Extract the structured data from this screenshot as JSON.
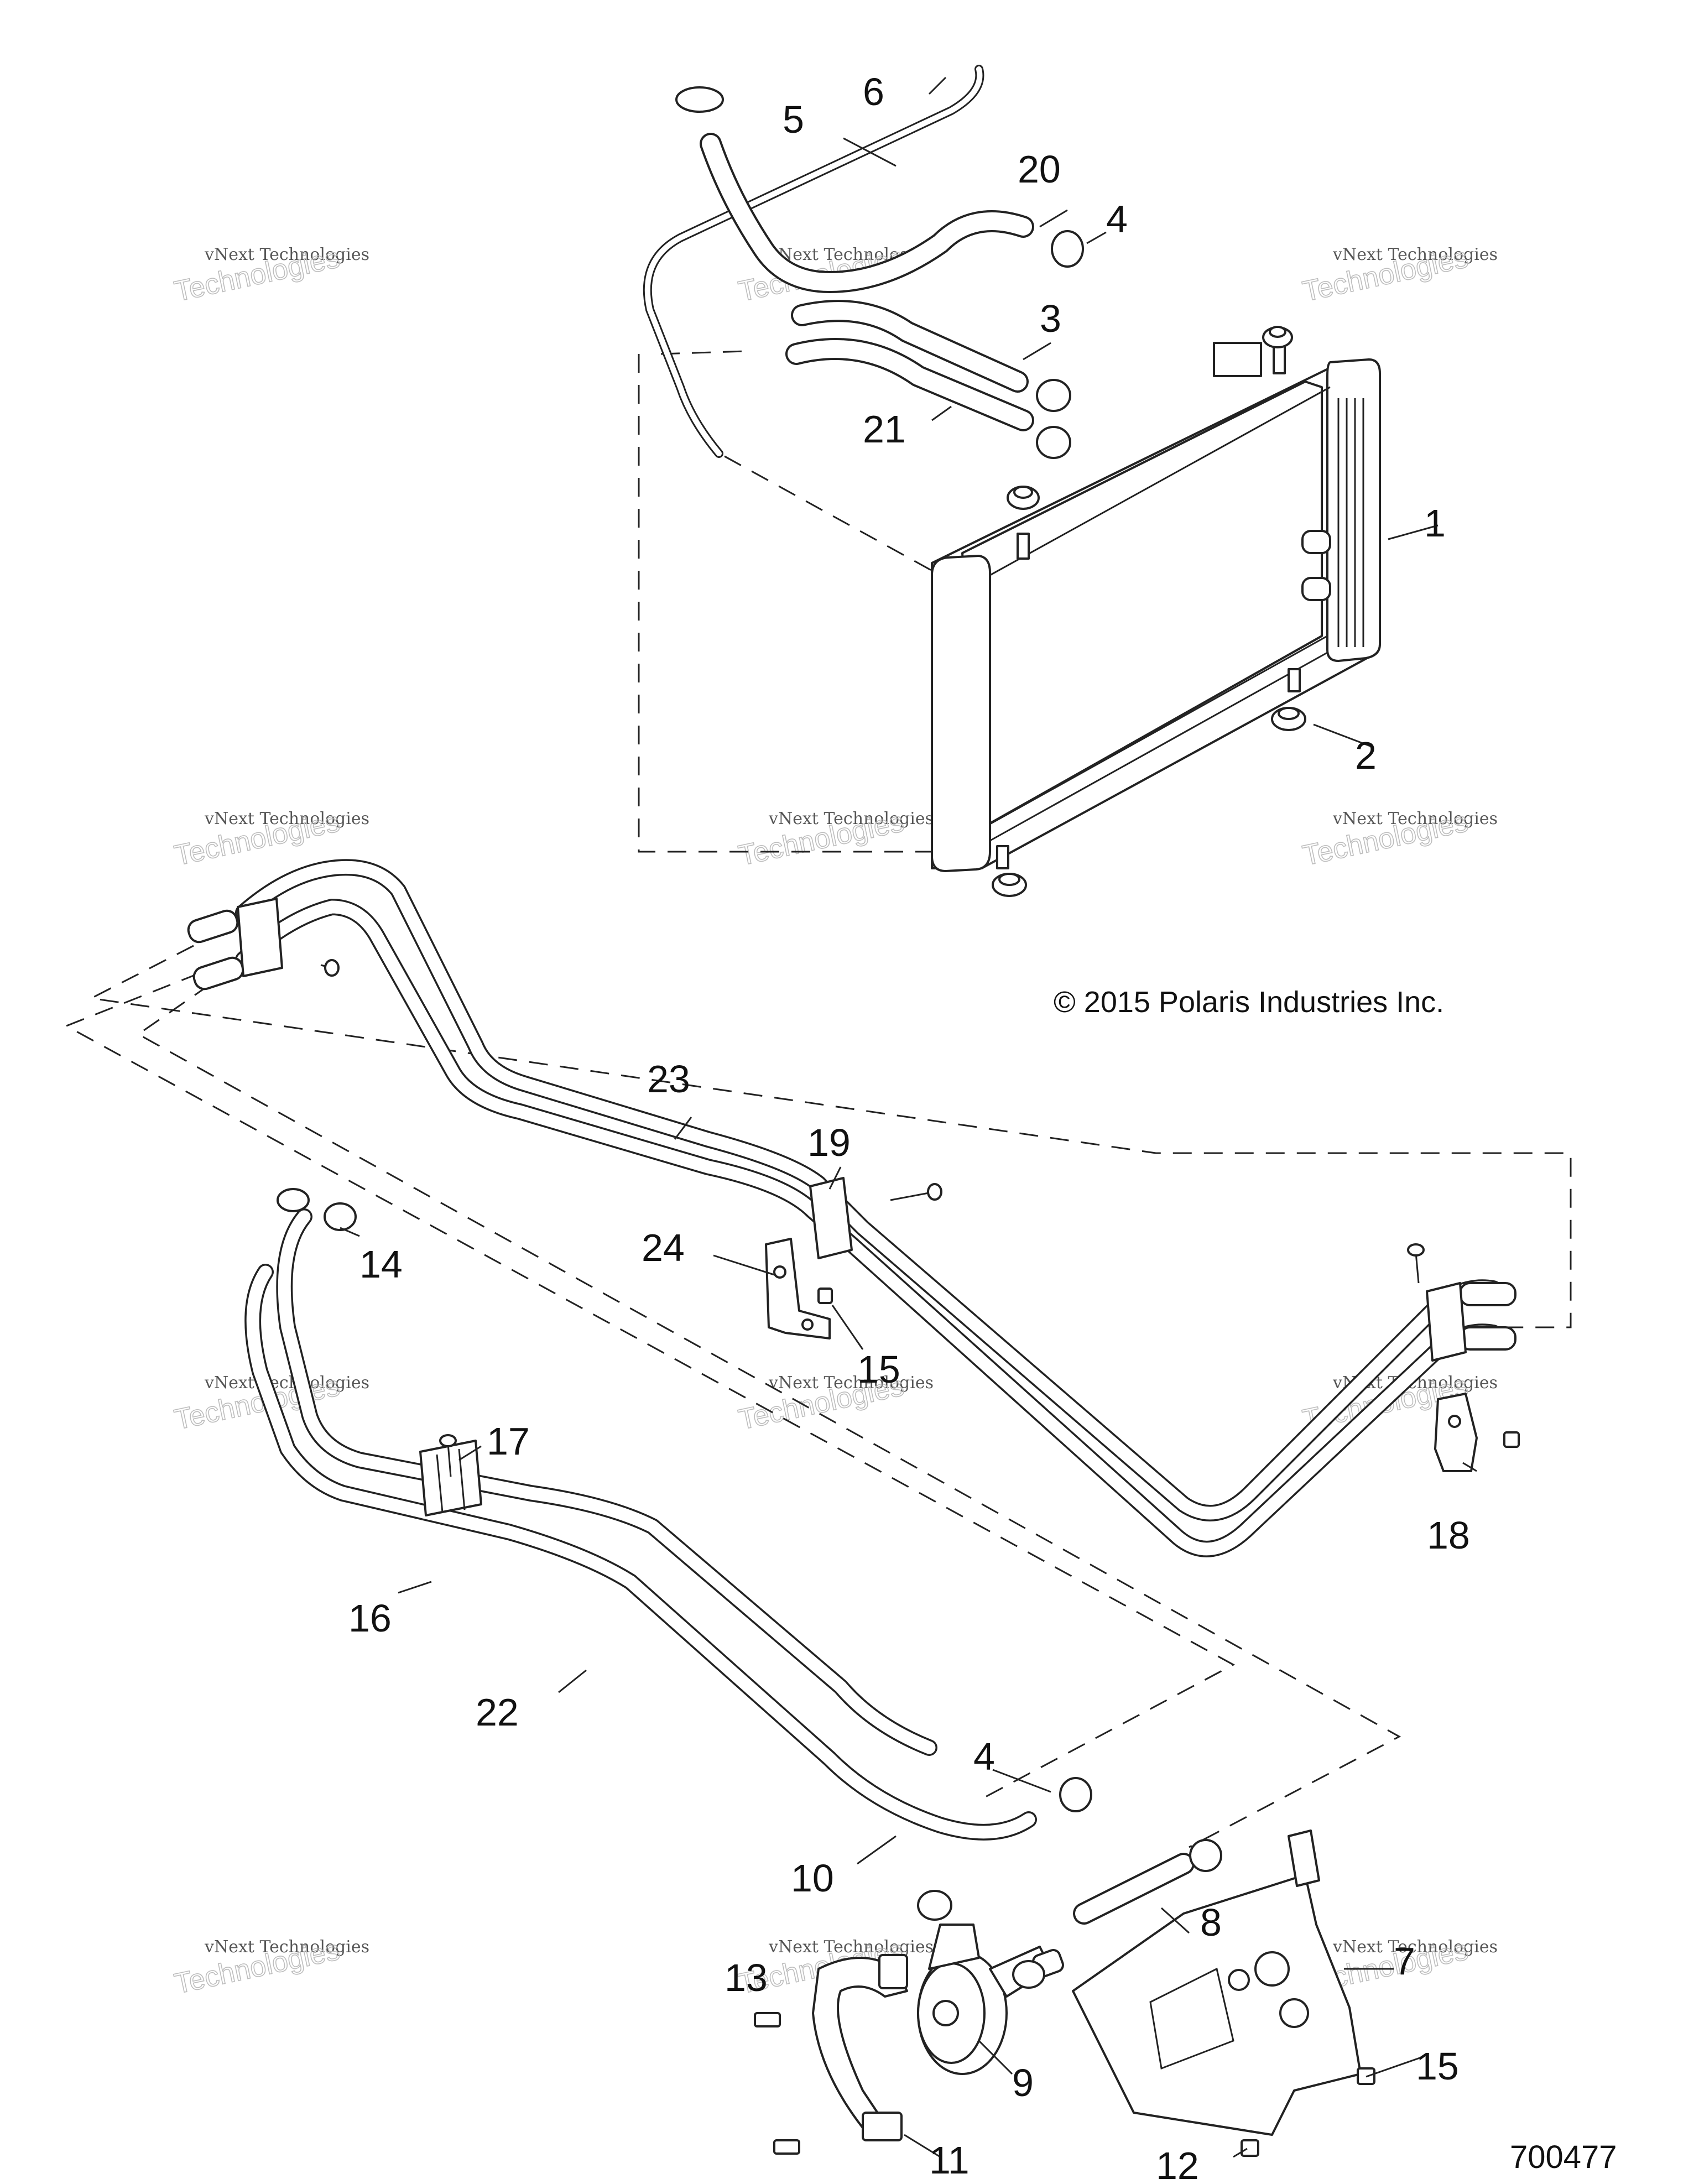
{
  "copyright": "© 2015 Polaris Industries Inc.",
  "drawing_number": "700477",
  "watermark": {
    "line1": "vNext Technologies",
    "line2": "Technologies"
  },
  "callouts": {
    "p1": "1",
    "p2": "2",
    "p3": "3",
    "p4a": "4",
    "p4b": "4",
    "p5": "5",
    "p6": "6",
    "p7": "7",
    "p8": "8",
    "p9": "9",
    "p10": "10",
    "p11": "11",
    "p12": "12",
    "p13": "13",
    "p14": "14",
    "p15a": "15",
    "p15b": "15",
    "p16": "16",
    "p17": "17",
    "p18": "18",
    "p19": "19",
    "p20": "20",
    "p21": "21",
    "p22": "22",
    "p23": "23",
    "p24": "24"
  },
  "icons": {
    "radiator": "radiator-icon",
    "hose": "hose-icon",
    "clamp": "hose-clamp-icon",
    "pump": "water-pump-icon",
    "bracket": "bracket-icon",
    "bolt": "bolt-icon",
    "grommet": "grommet-icon"
  }
}
